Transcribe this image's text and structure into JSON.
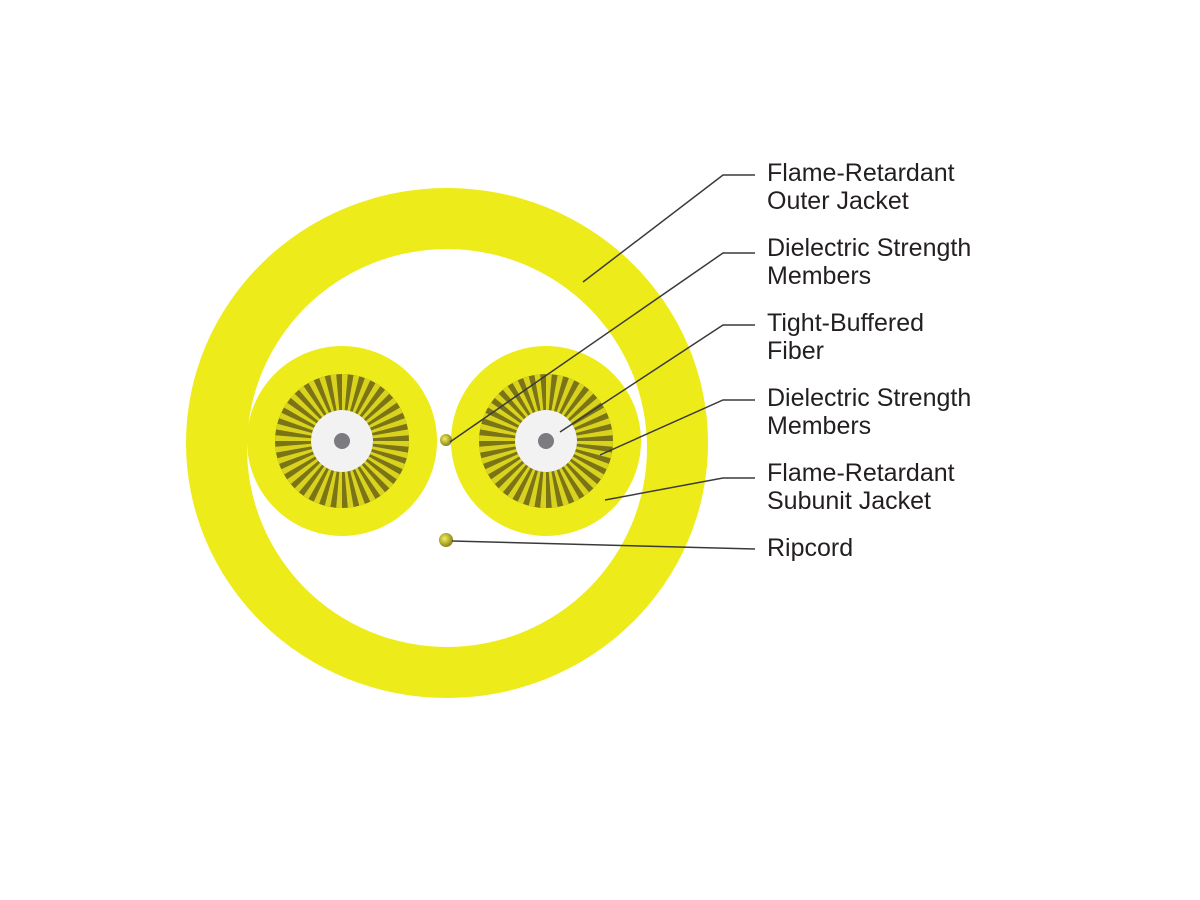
{
  "colors": {
    "jacket": "#eeeb1a",
    "strength_light": "#d9d31e",
    "strength_dark": "#7a7417",
    "buffer": "#f2f2f2",
    "fiber_core": "#7b7b80",
    "leader_line": "#3a3a3a",
    "text": "#231f20"
  },
  "labels": [
    {
      "name": "outer-jacket-label",
      "lines": [
        "Flame-Retardant",
        "Outer Jacket"
      ]
    },
    {
      "name": "strength-members-label-1",
      "lines": [
        "Dielectric Strength",
        "Members"
      ]
    },
    {
      "name": "tight-buffered-fiber-label",
      "lines": [
        "Tight-Buffered",
        "Fiber"
      ]
    },
    {
      "name": "strength-members-label-2",
      "lines": [
        "Dielectric Strength",
        "Members"
      ]
    },
    {
      "name": "subunit-jacket-label",
      "lines": [
        "Flame-Retardant",
        "Subunit Jacket"
      ]
    },
    {
      "name": "ripcord-label",
      "lines": [
        "Ripcord"
      ]
    }
  ]
}
